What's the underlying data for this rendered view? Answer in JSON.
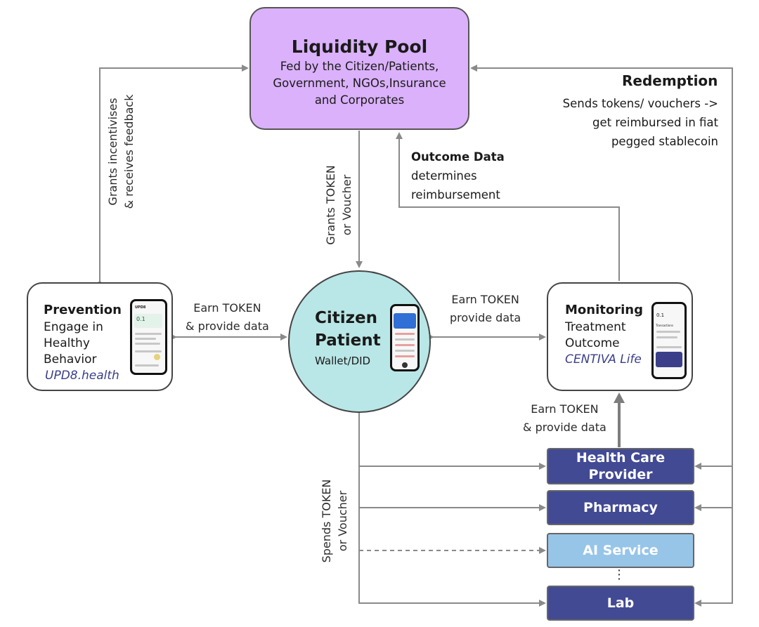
{
  "pool": {
    "title": "Liquidity Pool",
    "subtitle_lines": [
      "Fed by the Citizen/Patients,",
      "Government, NGOs,Insurance",
      "and Corporates"
    ]
  },
  "prevention": {
    "title": "Prevention",
    "lines": [
      "Engage in",
      "Healthy",
      "Behavior"
    ],
    "brand": "UPD8.health"
  },
  "citizen": {
    "title_lines": [
      "Citizen",
      "Patient"
    ],
    "subtitle": "Wallet/DID"
  },
  "monitoring": {
    "title": "Monitoring",
    "lines": [
      "Treatment",
      "Outcome"
    ],
    "brand": "CENTIVA Life"
  },
  "redemption": {
    "title": "Redemption",
    "lines": [
      "Sends tokens/ vouchers ->",
      "get reimbursed in fiat",
      "pegged stablecoin"
    ]
  },
  "outcome": {
    "title": "Outcome Data",
    "lines": [
      "determines",
      "reimbursement"
    ]
  },
  "labels": {
    "grants_incentives": [
      "Grants incentivises",
      "& receives feedback"
    ],
    "grants_token": [
      "Grants TOKEN",
      "or Voucher"
    ],
    "earn_left": [
      "Earn TOKEN",
      "& provide data"
    ],
    "earn_right": [
      "Earn TOKEN",
      "provide data"
    ],
    "earn_bottom": [
      "Earn TOKEN",
      "& provide data"
    ],
    "spends": [
      "Spends TOKEN",
      "or Voucher"
    ],
    "ellipsis": "⋮"
  },
  "providers": [
    {
      "label_lines": [
        "Health Care",
        "Provider"
      ],
      "style": "dark"
    },
    {
      "label_lines": [
        "Pharmacy"
      ],
      "style": "dark"
    },
    {
      "label_lines": [
        "AI Service"
      ],
      "style": "light"
    },
    {
      "label_lines": [
        "Lab"
      ],
      "style": "dark"
    }
  ],
  "colors": {
    "pool_fill": "#dbb1fb",
    "citizen_fill": "#b9e6e6",
    "provider_dark": "#424a94",
    "provider_light": "#97c5e8",
    "brand_text": "#3b3f8a",
    "connector": "#8a8a8a"
  },
  "phone_prevention": {
    "app_name": "UPD8",
    "value": "0.1"
  },
  "phone_monitoring": {
    "value": "0.1",
    "section": "Transactions"
  }
}
